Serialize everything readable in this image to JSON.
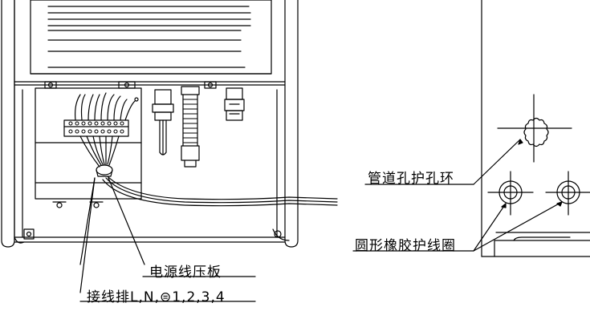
{
  "labels": {
    "power_cord_clamp": "电源线压板",
    "terminal_block": "接线排L,N,⊜1,2,3,4",
    "pipe_hole_grommet": "管道孔护孔环",
    "round_rubber_grommet": "圆形橡胶护线圈"
  },
  "colors": {
    "line": "#000000",
    "background": "#ffffff"
  }
}
